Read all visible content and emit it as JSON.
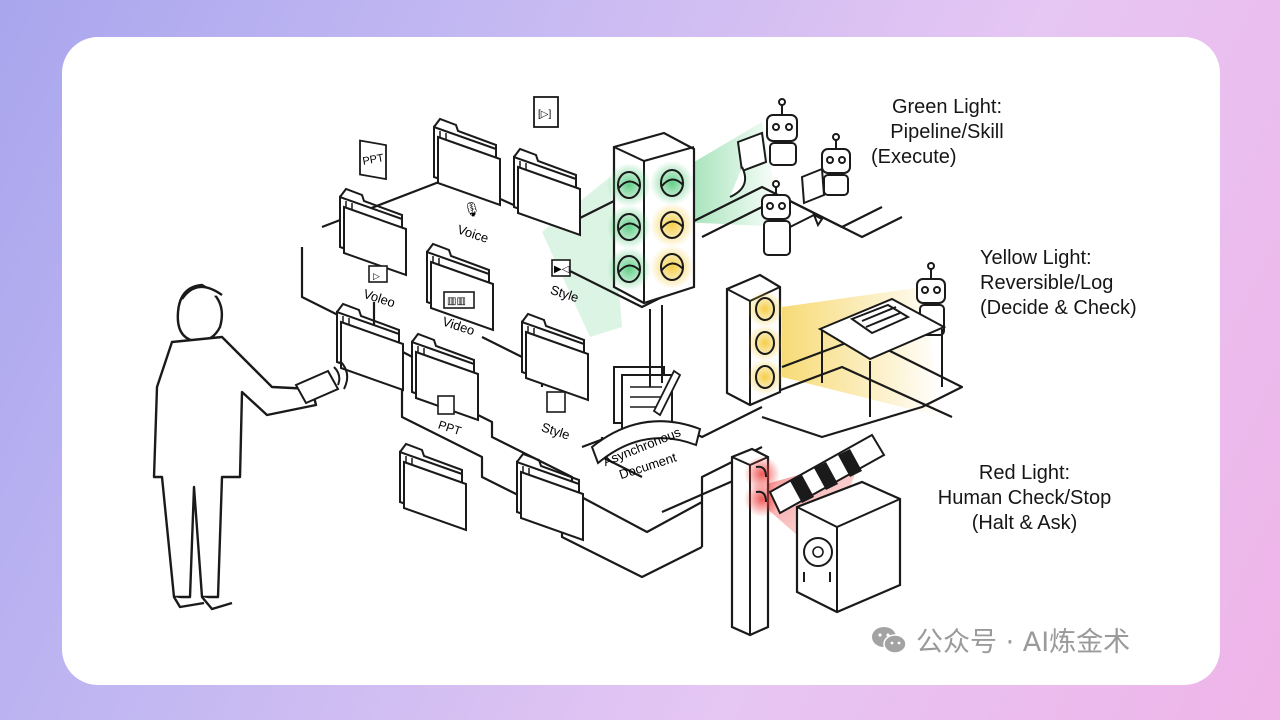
{
  "labels": {
    "green": {
      "line1": "Green Light:",
      "line2": "Pipeline/Skill",
      "line3": "(Execute)"
    },
    "yellow": {
      "line1": "Yellow Light:",
      "line2": "Reversible/Log",
      "line3": "(Decide & Check)"
    },
    "red": {
      "line1": "Red Light:",
      "line2": "Human Check/Stop",
      "line3": "(Halt & Ask)"
    }
  },
  "folders": {
    "ppt_top": "PPT",
    "voice": "Voice",
    "voleo": "Voleo",
    "video": "Video",
    "style_upper": "Style",
    "ppt_bottom": "PPT",
    "style_lower": "Style"
  },
  "document": {
    "line1": "Asynchronous",
    "line2": "Document"
  },
  "watermark": {
    "text": "公众号 · AI炼金术"
  },
  "colors": {
    "green_light": "#3cc36a",
    "yellow_light": "#f2c21b",
    "red_light": "#ee3a3a",
    "line": "#1a1a1a"
  },
  "icons": [
    "wechat-icon",
    "phone-icon",
    "robot-icon",
    "traffic-light-icon",
    "barrier-icon",
    "safe-icon",
    "folder-icon",
    "document-icon"
  ]
}
